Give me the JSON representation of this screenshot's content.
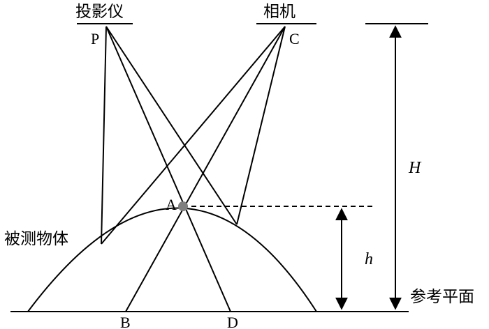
{
  "labels": {
    "projector": "投影仪",
    "camera": "相机",
    "point_p": "P",
    "point_c": "C",
    "point_a": "A",
    "point_b": "B",
    "point_d": "D",
    "object": "被测物体",
    "reference_plane": "参考平面",
    "height_total": "H",
    "height_object": "h"
  },
  "colors": {
    "line": "#000000",
    "point_a_fill": "#7f7f7f",
    "background": "#ffffff"
  }
}
